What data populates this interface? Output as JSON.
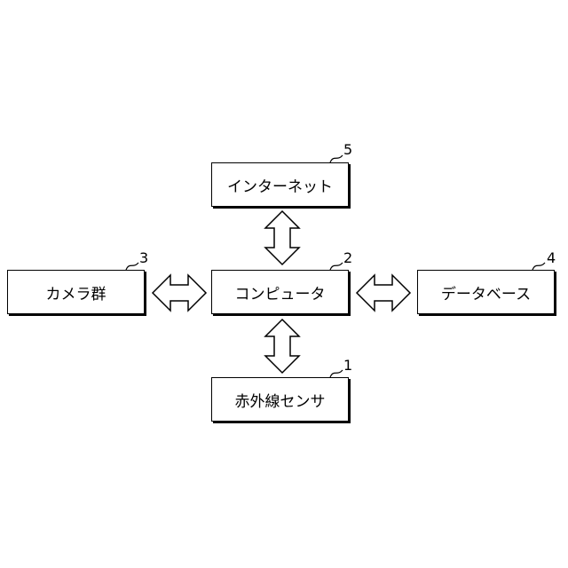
{
  "nodes": {
    "internet": {
      "label": "インターネット",
      "ref": "5"
    },
    "computer": {
      "label": "コンピュータ",
      "ref": "2"
    },
    "camera": {
      "label": "カメラ群",
      "ref": "3"
    },
    "database": {
      "label": "データベース",
      "ref": "4"
    },
    "sensor": {
      "label": "赤外線センサ",
      "ref": "1"
    }
  },
  "edges": [
    {
      "from": "computer",
      "to": "internet",
      "type": "bidirectional"
    },
    {
      "from": "computer",
      "to": "camera",
      "type": "bidirectional"
    },
    {
      "from": "computer",
      "to": "database",
      "type": "bidirectional"
    },
    {
      "from": "computer",
      "to": "sensor",
      "type": "bidirectional"
    }
  ],
  "colors": {
    "line": "#000000",
    "fill": "#ffffff"
  }
}
